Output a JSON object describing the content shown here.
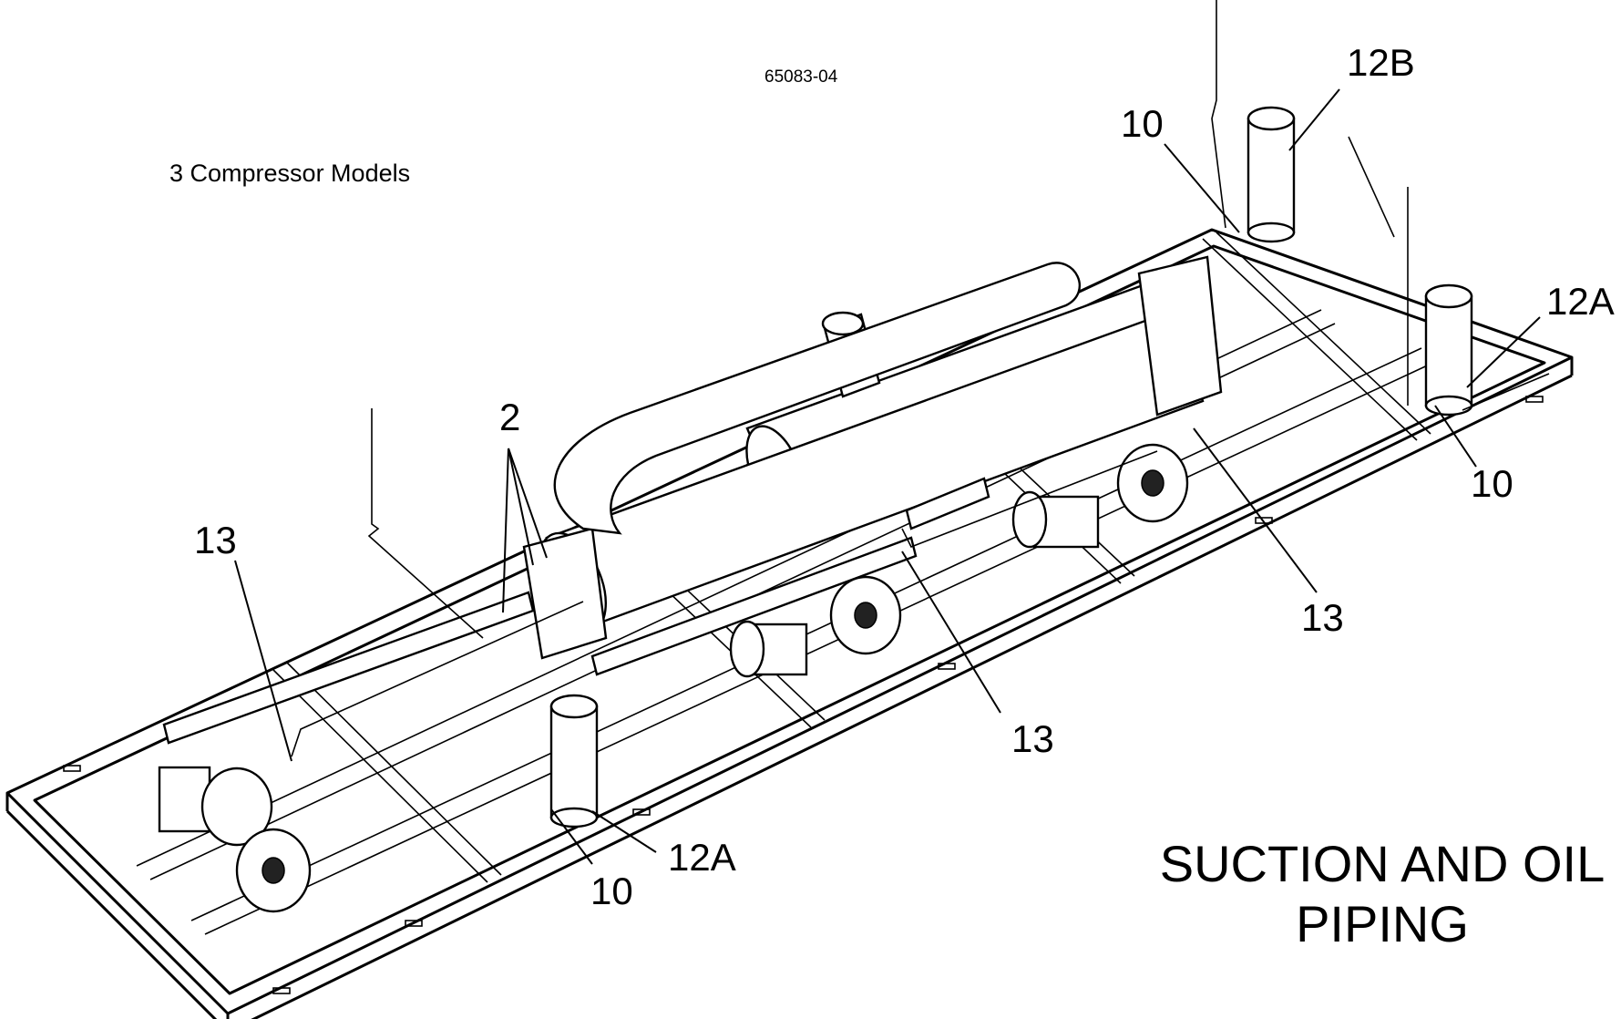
{
  "drawing": {
    "reference_number": "65083-04",
    "subtitle": "3 Compressor Models",
    "title_line1": "SUCTION AND OIL",
    "title_line2": "PIPING"
  },
  "callouts": {
    "c_2": "2",
    "c_13_left": "13",
    "c_13_middle": "13",
    "c_13_right": "13",
    "c_10_bottom": "10",
    "c_10_top": "10",
    "c_10_right": "10",
    "c_12a_bottom": "12A",
    "c_12a_right": "12A",
    "c_12b": "12B"
  }
}
